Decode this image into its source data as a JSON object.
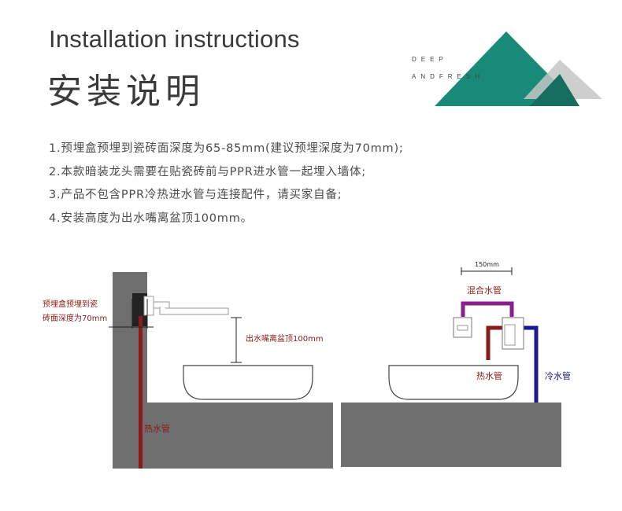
{
  "header": {
    "title_en": "Installation instructions",
    "title_cn": "安装说明",
    "brand_line1": "DEEP",
    "brand_line2": "ANDFRESH"
  },
  "instructions": [
    "1.预埋盒预埋到瓷砖面深度为65-85mm(建议预埋深度为70mm);",
    "2.本款暗装龙头需要在贴瓷砖前与PPR进水管一起埋入墙体;",
    "3.产品不包含PPR冷热进水管与连接配件，请买家自备;",
    "4.安装高度为出水嘴离盆顶100mm。"
  ],
  "diagram_left": {
    "depth_label_line1": "预埋盒预埋到瓷",
    "depth_label_line2": "砖面深度为70mm",
    "height_label": "出水嘴离盆顶100mm",
    "hot_pipe_label": "热水管"
  },
  "diagram_right": {
    "width_label": "150mm",
    "mix_pipe_label": "混合水管",
    "hot_pipe_label": "热水管",
    "cold_pipe_label": "冷水管"
  },
  "colors": {
    "wall": "#6f6f6f",
    "hot_pipe": "#8b1a1a",
    "cold_pipe": "#1a1a8c",
    "mix_pipe": "#8b1f8b",
    "logo_teal": "#1a8a78",
    "logo_gray": "#c6c6c6"
  }
}
